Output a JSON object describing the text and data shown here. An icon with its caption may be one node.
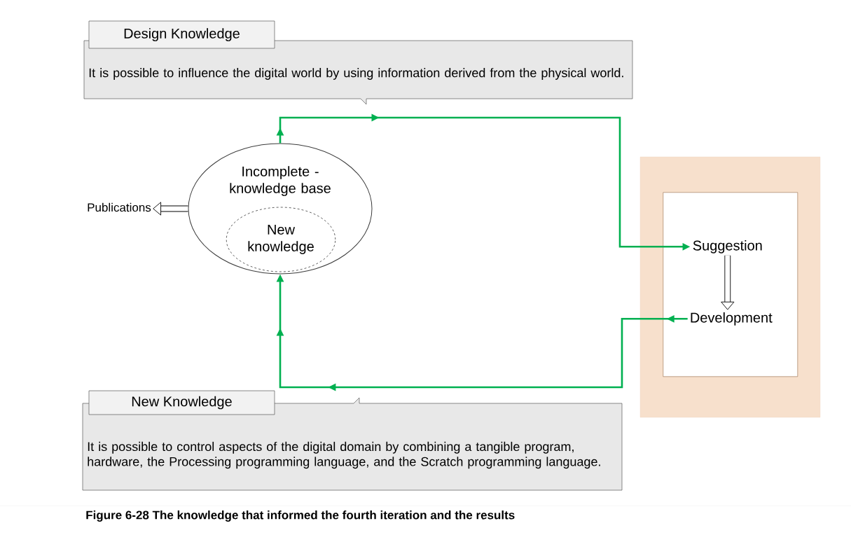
{
  "diagram": {
    "caption": "Figure 6-28  The knowledge that informed the fourth iteration and the results",
    "nodes": [
      {
        "text": [
          "Design Knowledge",
          "It is possible to influence the digital world by using information derived from the physical world."
        ]
      },
      {
        "text": [
          "Incomplete - knowledge base"
        ]
      },
      {
        "text": [
          "New knowledge"
        ],
        "in": 1
      },
      {
        "text": [
          "Publications"
        ]
      },
      {
        "text": [],
        "shape": "box"
      },
      {
        "text": [],
        "shape": "box",
        "in": 4
      },
      {
        "text": [
          "Suggestion"
        ],
        "in": 5
      },
      {
        "text": [
          "Development"
        ],
        "in": 5
      },
      {
        "text": [
          "New Knowledge",
          "It is possible to control aspects of the digital domain by combining a tangible program, hardware, the Processing programming language, and the Scratch programming language."
        ]
      }
    ],
    "edges": [
      {
        "from": 1,
        "to": 6,
        "arrow": "to"
      },
      {
        "from": 7,
        "to": 1,
        "arrow": "to"
      },
      {
        "from": 1,
        "to": 3,
        "arrow": "to",
        "style": "thick",
        "color": "#000000"
      },
      {
        "from": 6,
        "to": 7,
        "arrow": "to",
        "style": "thick",
        "color": "#000000"
      }
    ]
  }
}
